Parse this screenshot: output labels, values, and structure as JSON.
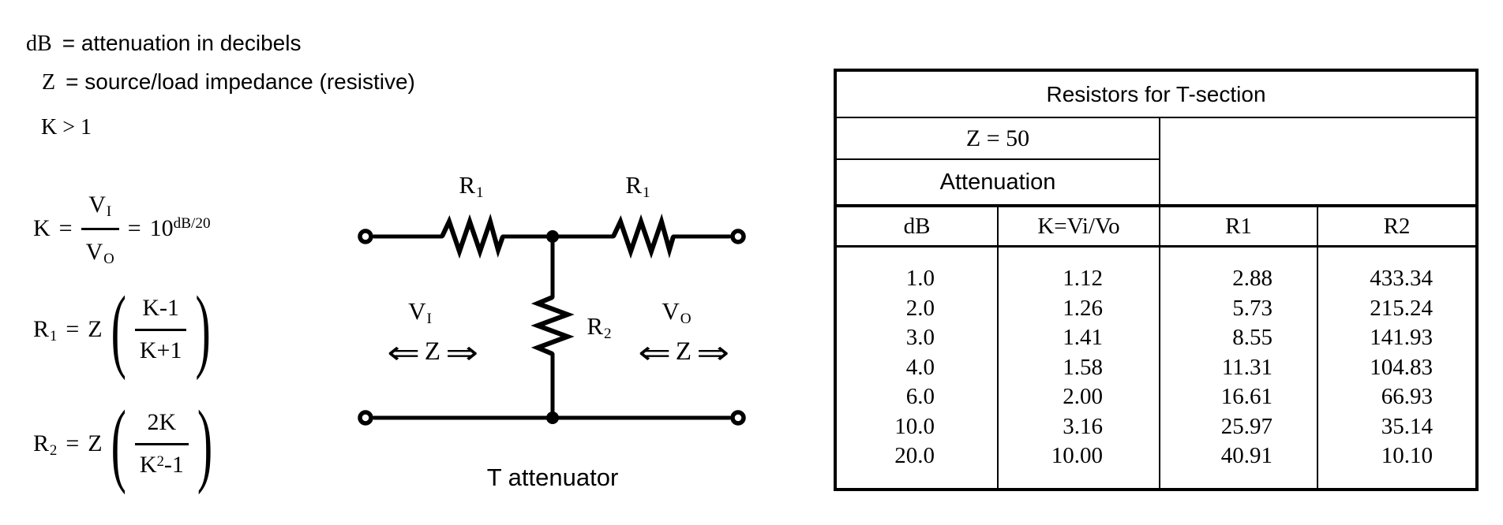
{
  "definitions": {
    "db_symbol": "dB",
    "db_text": "= attenuation in decibels",
    "z_symbol": "Z",
    "z_text": "= source/load impedance (resistive)",
    "k_constraint": "K > 1"
  },
  "formulas": {
    "k": {
      "lhs": "K",
      "eq1": "=",
      "num_base": "V",
      "num_sub": "I",
      "den_base": "V",
      "den_sub": "O",
      "eq2": "=",
      "pow_base": "10",
      "pow_exp": "dB/20"
    },
    "r1": {
      "lhs_base": "R",
      "lhs_sub": "1",
      "eq": "=",
      "coef": "Z",
      "open_paren": "(",
      "num": "K-1",
      "den": "K+1",
      "close_paren": ")"
    },
    "r2": {
      "lhs_base": "R",
      "lhs_sub": "2",
      "eq": "=",
      "coef": "Z",
      "open_paren": "(",
      "num": "2K",
      "den_base": "K",
      "den_exp": "2",
      "den_tail": "-1",
      "close_paren": ")"
    }
  },
  "circuit": {
    "labels": {
      "r1_base": "R",
      "r1_sub": "1",
      "r2_base": "R",
      "r2_sub": "2",
      "vi_base": "V",
      "vi_sub": "I",
      "vo_base": "V",
      "vo_sub": "O",
      "z": "Z",
      "arrow_left": "⇐",
      "arrow_right": "⇒"
    },
    "caption": "T attenuator"
  },
  "table": {
    "title": "Resistors for T-section",
    "impedance": "Z = 50",
    "section_label": "Attenuation",
    "headers": [
      "dB",
      "K=Vi/Vo",
      "R1",
      "R2"
    ],
    "rows": [
      [
        "1.0",
        "1.12",
        "2.88",
        "433.34"
      ],
      [
        "2.0",
        "1.26",
        "5.73",
        "215.24"
      ],
      [
        "3.0",
        "1.41",
        "8.55",
        "141.93"
      ],
      [
        "4.0",
        "1.58",
        "11.31",
        "104.83"
      ],
      [
        "6.0",
        "2.00",
        "16.61",
        "66.93"
      ],
      [
        "10.0",
        "3.16",
        "25.97",
        "35.14"
      ],
      [
        "20.0",
        "10.00",
        "40.91",
        "10.10"
      ]
    ]
  },
  "colors": {
    "ink": "#000000",
    "background": "#ffffff"
  }
}
